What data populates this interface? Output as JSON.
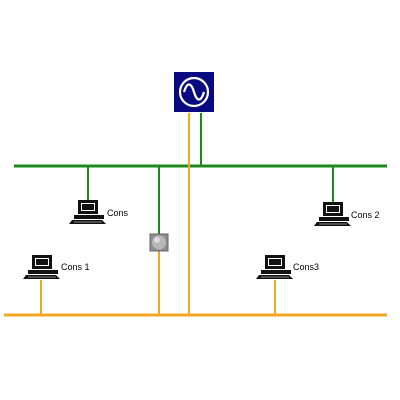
{
  "colors": {
    "green_bus": "#1a8a1a",
    "orange_bus": "#f5a623",
    "gateway_bg": "#0a0a80",
    "gateway_symbol": "#ffffff",
    "sensor": "#9a9a9a",
    "computer": "#111111"
  },
  "icons": {
    "gateway": "power-sine-icon",
    "sensor": "sensor-node-icon",
    "computer": "computer-workstation-icon"
  },
  "nodes": {
    "cons": {
      "label": "Cons"
    },
    "cons2": {
      "label": "Cons 2"
    },
    "cons1": {
      "label": "Cons 1"
    },
    "cons3": {
      "label": "Cons3"
    }
  }
}
